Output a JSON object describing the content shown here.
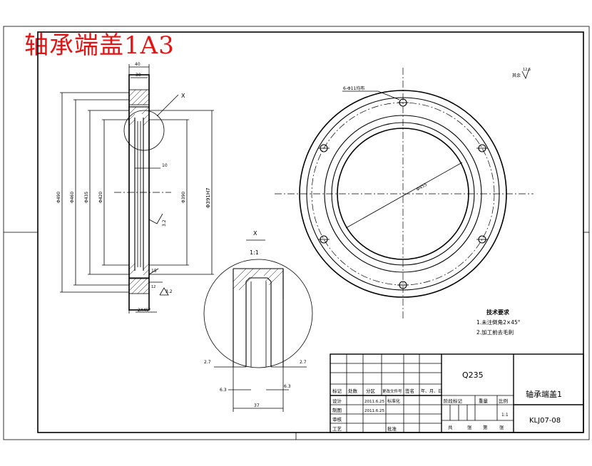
{
  "drawing_title": "轴承端盖1A3",
  "dims": {
    "top_width_40": "40",
    "top_width_30": "30",
    "detail_ref_x": "X",
    "d_slot_10": "10",
    "rough_32": "3.2",
    "chamfer_15": "15",
    "rough_32b": "3.2",
    "angle_2x45": "2X45°",
    "d490": "Φ490",
    "d460": "Φ460",
    "d435": "Φ435",
    "d420": "Φ420",
    "d390": "Φ390",
    "d391": "Φ391H7",
    "d455": "Φ455",
    "holes_note": "6-Φ11均布",
    "rough_all": "其余"
  },
  "detail": {
    "label": "X",
    "scale": "1:1",
    "dim_27a": "2.7",
    "dim_27b": "2.7",
    "dim_63a": "6.3",
    "dim_63b": "6.3",
    "dim_37": "37"
  },
  "tech": {
    "heading": "技术要求",
    "line1": "1.未注倒角2×45°",
    "line2": "2.加工前去毛刺"
  },
  "title_block": {
    "material": "Q235",
    "part_name": "轴承端盖1",
    "code": "KLJ07-08",
    "scale": "1:1",
    "row_headers": [
      "标记",
      "处数",
      "分区",
      "更改文件号",
      "签名",
      "年、月、日"
    ],
    "design_label": "设计",
    "design_date": "2011.6.25",
    "std_label": "标准化",
    "draw_label": "制图",
    "draw_date": "2011.6.25",
    "check_label": "审核",
    "process_label": "工艺",
    "approve_label": "批准",
    "stage_labels": [
      "阶段标记",
      "重量",
      "比例"
    ],
    "sheet_total": "共",
    "sheet_label": "张",
    "sheet_no": "第",
    "sheet_label2": "张"
  }
}
